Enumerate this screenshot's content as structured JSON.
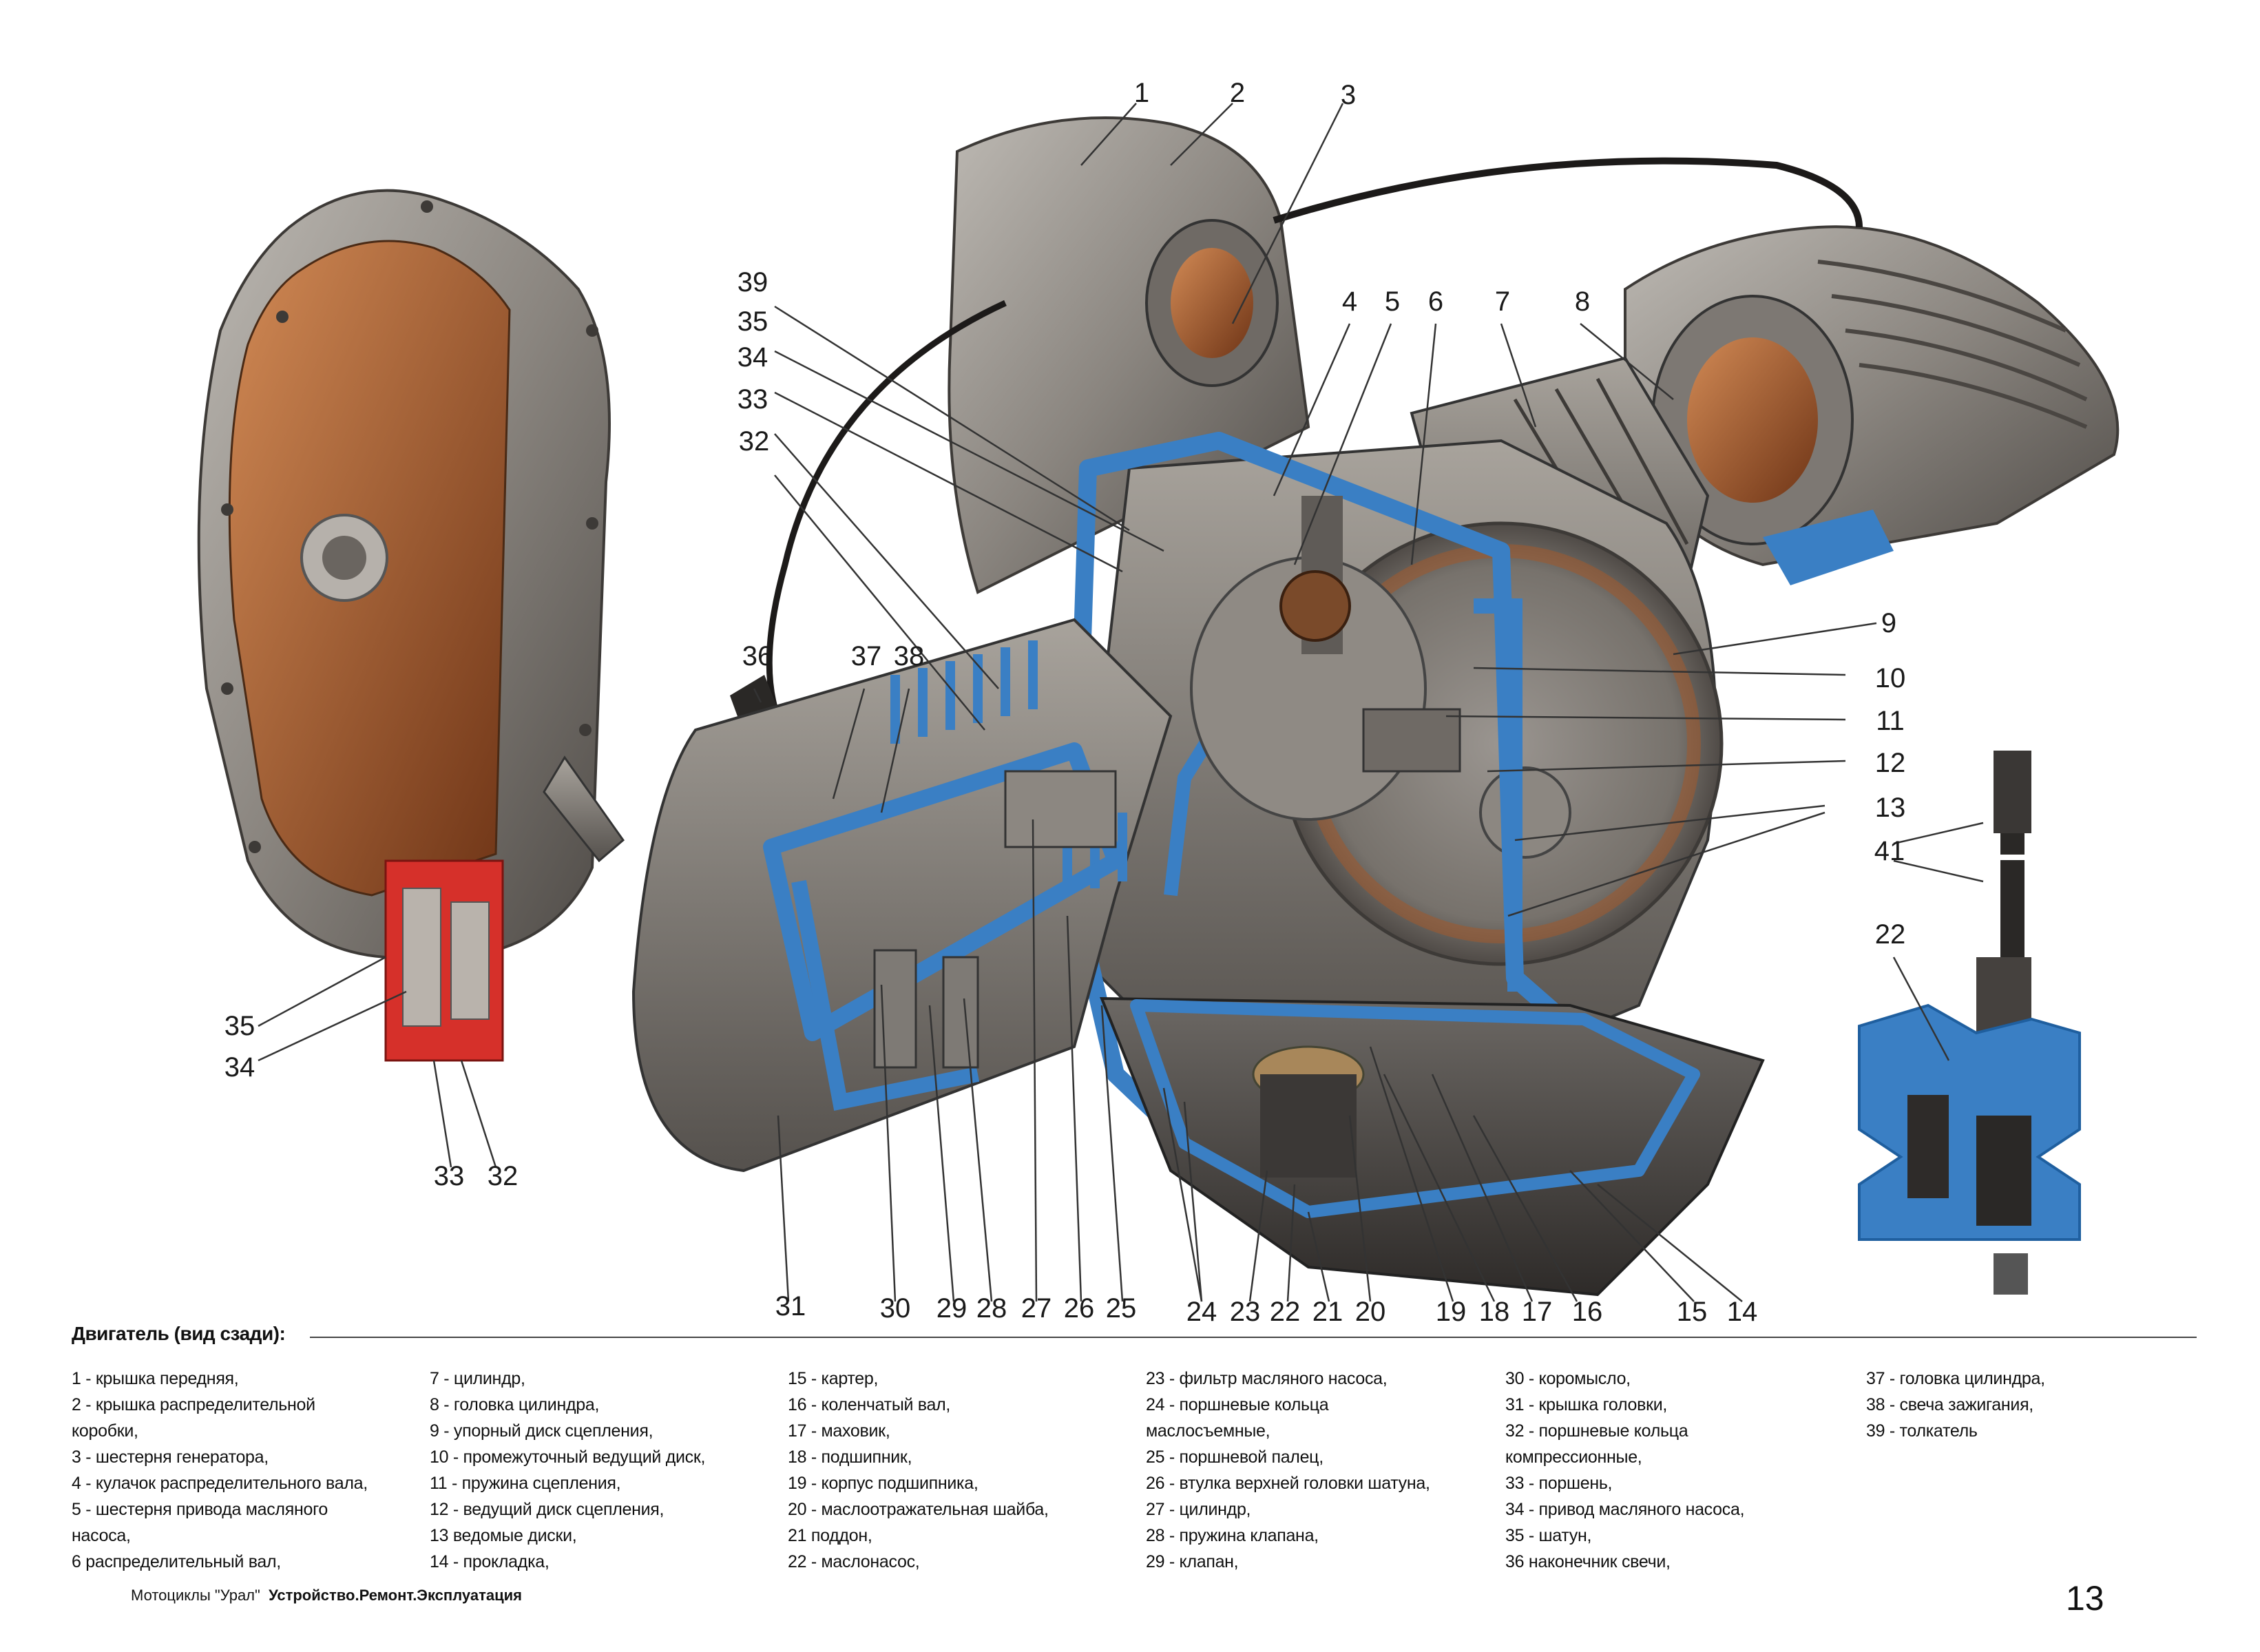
{
  "figure": {
    "callouts": {
      "c1": "1",
      "c2": "2",
      "c3": "3",
      "c4": "4",
      "c5": "5",
      "c6": "6",
      "c7": "7",
      "c8": "8",
      "c9": "9",
      "c10": "10",
      "c11": "11",
      "c12": "12",
      "c13": "13",
      "c14": "14",
      "c15": "15",
      "c16": "16",
      "c17": "17",
      "c18": "18",
      "c19": "19",
      "c20": "20",
      "c21": "21",
      "c22": "22",
      "c23": "23",
      "c24": "24",
      "c25": "25",
      "c26": "26",
      "c27": "27",
      "c28": "28",
      "c29": "29",
      "c30": "30",
      "c31": "31",
      "c32": "32",
      "c33": "33",
      "c34": "34",
      "c35": "35",
      "c36": "36",
      "c37": "37",
      "c38": "38",
      "c39": "39",
      "left_35": "35",
      "left_34": "34",
      "left_33": "33",
      "left_32": "32",
      "inset_41": "41",
      "inset_22": "22"
    },
    "colors": {
      "section": "#3a7fc4",
      "section_dark": "#1f5f9f",
      "metal": "#8d8a86",
      "metal_dark": "#5f5b57",
      "copper": "#9c5a30",
      "red": "#d43a2a",
      "line": "#333333"
    }
  },
  "caption": {
    "title": "Двигатель (вид сзади):",
    "columns": [
      [
        "1 - крышка передняя,",
        "2 - крышка распределительной",
        "коробки,",
        "3 - шестерня генератора,",
        "4 - кулачок распределительного вала,",
        "5 - шестерня привода масляного",
        "насоса,",
        "6   распределительный вал,"
      ],
      [
        "7 - цилиндр,",
        "8 - головка цилиндра,",
        "9 - упорный диск сцепления,",
        "10 - промежуточный ведущий диск,",
        "11 - пружина сцепления,",
        "12 - ведущий диск сцепления,",
        "13   ведомые диски,",
        "14 - прокладка,"
      ],
      [
        "15 - картер,",
        "16 - коленчатый вал,",
        "17 - маховик,",
        "18 - подшипник,",
        "19 - корпус подшипника,",
        "20 - маслоотражательная шайба,",
        "21   поддон,",
        "22 - маслонасос,"
      ],
      [
        "23 - фильтр масляного насоса,",
        "24 - поршневые кольца",
        "маслосъемные,",
        "25 - поршневой палец,",
        "26 - втулка верхней головки шатуна,",
        "27 - цилиндр,",
        "28 - пружина клапана,",
        "29 - клапан,"
      ],
      [
        "30 - коромысло,",
        "31 - крышка головки,",
        "32 - поршневые кольца",
        "компрессионные,",
        "33 - поршень,",
        "34 - привод масляного насоса,",
        "35 - шатун,",
        "36   наконечник свечи,"
      ],
      [
        "37 - головка цилиндра,",
        "38 - свеча зажигания,",
        "39 - толкатель"
      ]
    ]
  },
  "footer": {
    "book_series": "Мотоциклы \"Урал\"",
    "book_title": "Устройство.Ремонт.Эксплуатация",
    "page_number": "13"
  }
}
